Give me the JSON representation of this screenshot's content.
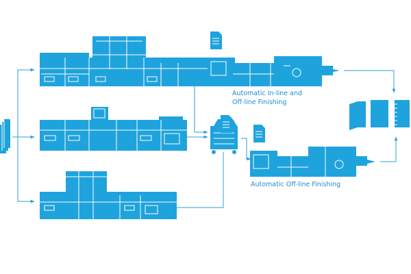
{
  "colors": {
    "machine_fill": "#1fa3dd",
    "line_art": "#ffffff",
    "arrow": "#2b9fd8",
    "caption_text": "#1e8ccb"
  },
  "labels": {
    "inline_finishing_line1": "Automatic In-line and",
    "inline_finishing_line2": "Off-line Finishing",
    "offline_finishing": "Automatic Off-line Finishing"
  },
  "icons": {
    "input_stack": "paper-stack-icon",
    "output_document": "document-icon",
    "output_book": "booklet-icon",
    "output_spiral": "spiral-bound-icon"
  }
}
